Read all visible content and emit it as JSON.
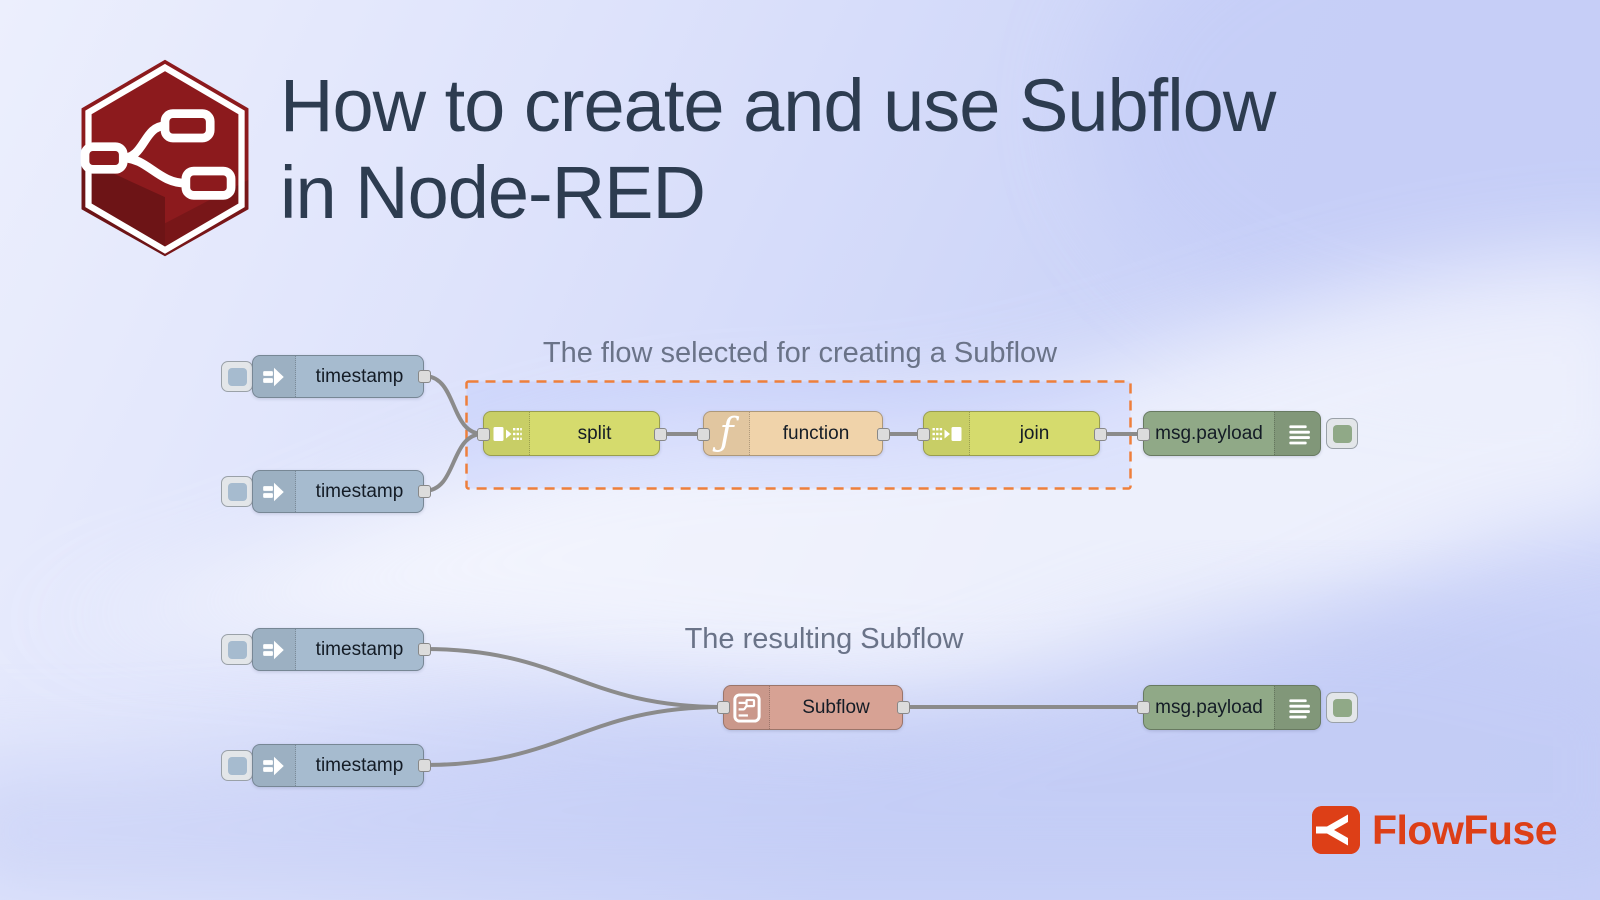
{
  "title": {
    "line1": "How to create and use Subflow",
    "line2": "in Node-RED"
  },
  "flow1": {
    "caption": "The flow selected for creating a Subflow",
    "nodes": {
      "inject1": "timestamp",
      "inject2": "timestamp",
      "split": "split",
      "function": "function",
      "join": "join",
      "debug": "msg.payload"
    }
  },
  "flow2": {
    "caption": "The resulting Subflow",
    "nodes": {
      "inject1": "timestamp",
      "inject2": "timestamp",
      "subflow": "Subflow",
      "debug": "msg.payload"
    }
  },
  "brand": {
    "wordmark": "FlowFuse"
  },
  "icons": {
    "node_red_logo": "hexagon-flow-logo",
    "inject": "inject-arrow",
    "split": "split-glyph",
    "function": "function-f",
    "join": "join-glyph",
    "debug": "debug-list",
    "subflow": "subflow-box",
    "flowfuse": "flowfuse-fork"
  },
  "colors": {
    "node_inject": "#a6bbcf",
    "node_split_join": "#d5db6d",
    "node_function": "#f0d3aa",
    "node_debug": "#90a987",
    "node_subflow": "#d7a294",
    "selection_outline": "#ee7f3b",
    "wire": "#8b8b8b",
    "title_text": "#2d3c50",
    "caption_text": "#6a7388",
    "nodered_red": "#8c1a1d",
    "flowfuse_orange": "#dd3f17"
  }
}
